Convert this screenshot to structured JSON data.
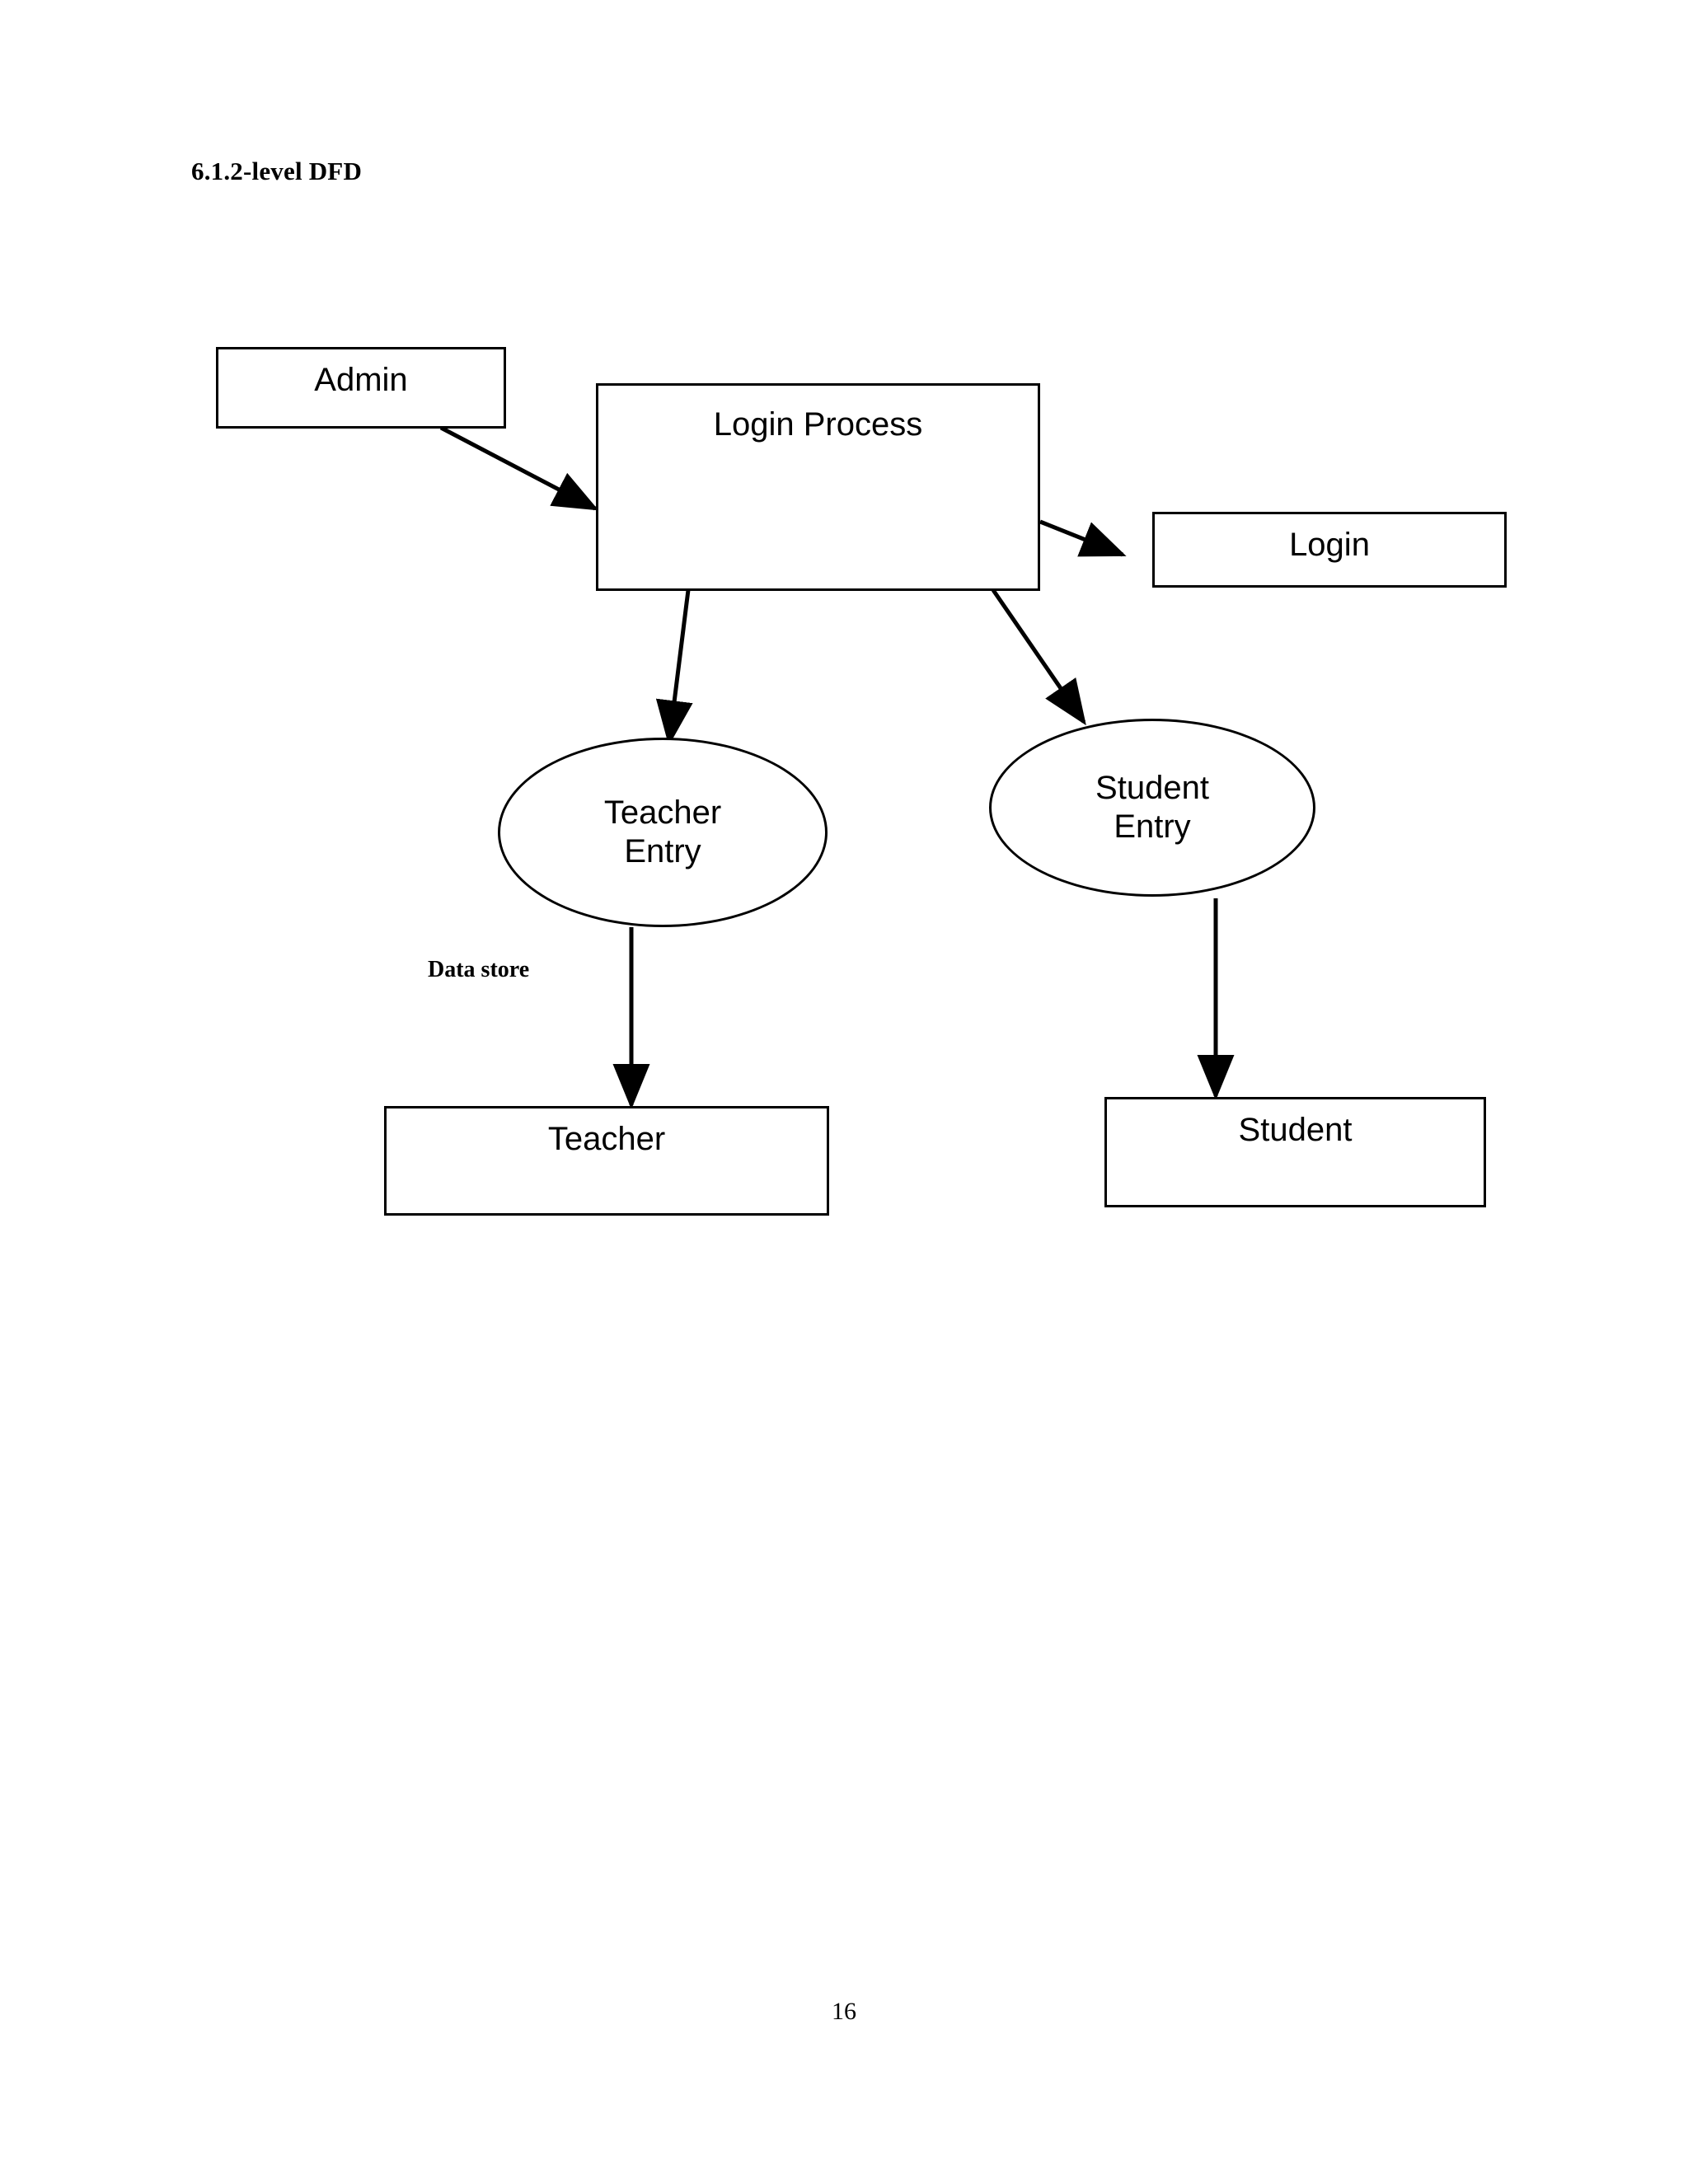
{
  "document": {
    "heading": "6.1.2-level DFD",
    "page_number": "16",
    "background_color": "#ffffff",
    "stroke_color": "#000000"
  },
  "diagram": {
    "type": "data-flow-diagram",
    "annotations": [
      {
        "id": "data-store-note",
        "text": "Data store"
      }
    ],
    "nodes": [
      {
        "id": "admin",
        "shape": "rectangle",
        "label": "Admin"
      },
      {
        "id": "login-process",
        "shape": "rectangle",
        "label": "Login Process"
      },
      {
        "id": "login",
        "shape": "rectangle",
        "label": "Login"
      },
      {
        "id": "teacher-entry",
        "shape": "ellipse",
        "label": "Teacher\nEntry"
      },
      {
        "id": "student-entry",
        "shape": "ellipse",
        "label": "Student\nEntry"
      },
      {
        "id": "teacher-store",
        "shape": "rectangle",
        "label": "Teacher"
      },
      {
        "id": "student-store",
        "shape": "rectangle",
        "label": "Student"
      }
    ],
    "edges": [
      {
        "id": "admin-to-login-process",
        "from": "admin",
        "to": "login-process",
        "arrow": true
      },
      {
        "id": "login-process-to-login",
        "from": "login-process",
        "to": "login",
        "arrow": true
      },
      {
        "id": "login-process-to-teacher-entry",
        "from": "login-process",
        "to": "teacher-entry",
        "arrow": true
      },
      {
        "id": "login-process-to-student-entry",
        "from": "login-process",
        "to": "student-entry",
        "arrow": true
      },
      {
        "id": "teacher-entry-to-teacher-store",
        "from": "teacher-entry",
        "to": "teacher-store",
        "arrow": true
      },
      {
        "id": "student-entry-to-student-store",
        "from": "student-entry",
        "to": "student-store",
        "arrow": true
      }
    ]
  }
}
